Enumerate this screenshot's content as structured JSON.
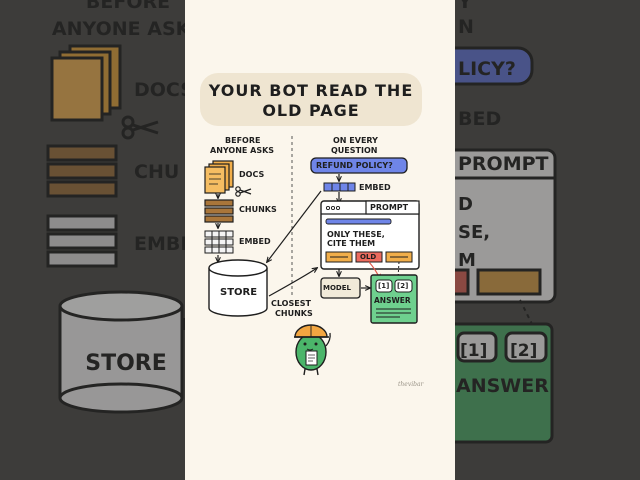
{
  "title": {
    "line1": "YOUR BOT READ THE",
    "line2": "OLD PAGE"
  },
  "left": {
    "header": {
      "line1": "BEFORE",
      "line2": "ANYONE ASKS"
    },
    "docs_label": "DOCS",
    "chunks_label": "CHUNKS",
    "embed_label": "EMBED",
    "store_label": "STORE"
  },
  "right": {
    "header": {
      "line1": "ON EVERY",
      "line2": "QUESTION"
    },
    "query": "REFUND POLICY?",
    "embed_label": "EMBED",
    "prompt_title": "PROMPT",
    "prompt_text": {
      "line1": "ONLY THESE,",
      "line2": "CITE THEM"
    },
    "old_chip": "OLD",
    "model_label": "MODEL",
    "answer_label": "ANSWER",
    "citations": [
      "[1]",
      "[2]"
    ]
  },
  "closest": {
    "line1": "CLOSEST",
    "line2": "CHUNKS"
  },
  "signature": "thevibar",
  "background_zoom": {
    "before": "BEFORE",
    "anyone_asks": "ANYONE ASKS",
    "docs": "DOCS",
    "chunks": "CHU",
    "embed": "EMBED",
    "store": "STORE",
    "query": "LICY?",
    "embed_right": "BED",
    "question_top": "Y",
    "question_bottom": "N",
    "prompt": "PROMPT",
    "prompt_fragment": {
      "line1": "D",
      "line2": "SE,",
      "line3": "M"
    },
    "citations": [
      "[1]",
      "[2]"
    ],
    "answer": "ANSWER"
  },
  "colors": {
    "cream": "#fbf6ec",
    "title_bg": "#efe5d1",
    "docs": "#f1ae4a",
    "chunks": "#a9763a",
    "embed_blue": "#6f85e8",
    "old_red": "#ec6b5e",
    "answer_green": "#6ed08e",
    "character": "#4bb56a",
    "hardhat": "#f2a641",
    "ink": "#1e1e1e"
  }
}
